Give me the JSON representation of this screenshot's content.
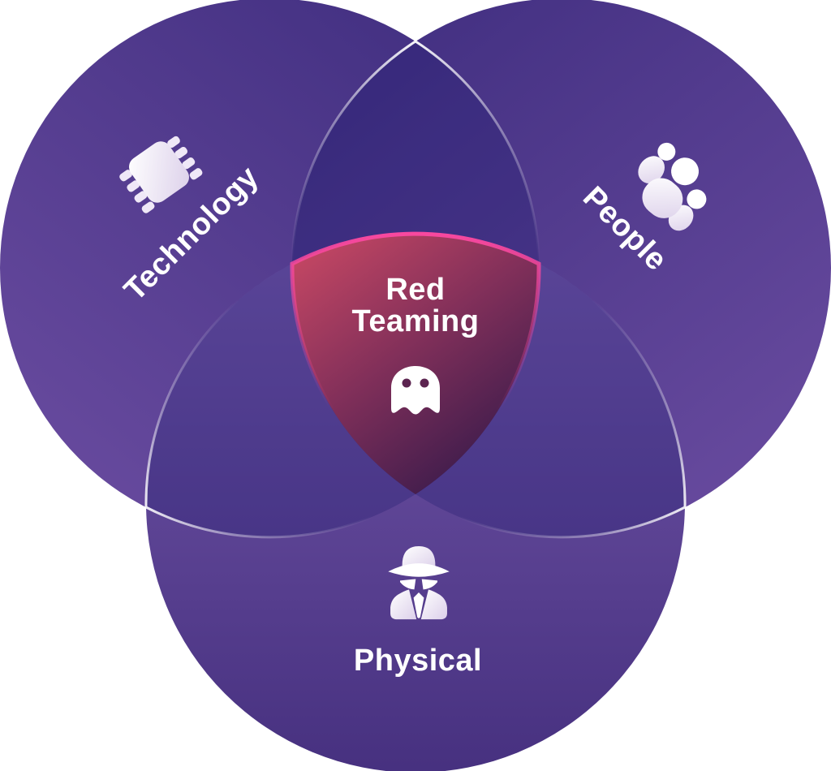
{
  "venn": {
    "center": {
      "line1": "Red",
      "line2": "Teaming",
      "icon": "ghost-icon",
      "fill_top": "#c24663",
      "fill_bottom": "#34194a",
      "rim_color": "#f8489f"
    },
    "circles": [
      {
        "label": "Technology",
        "icon": "chip-icon",
        "rotation_deg": -45,
        "color_light": "#6a4ca0",
        "color_dark": "#443183"
      },
      {
        "label": "People",
        "icon": "people-icon",
        "rotation_deg": 45,
        "color_light": "#6a4ca0",
        "color_dark": "#443183"
      },
      {
        "label": "Physical",
        "icon": "spy-icon",
        "rotation_deg": 0,
        "color_light": "#7458aa",
        "color_dark": "#46307f"
      }
    ],
    "colors": {
      "pairwise_overlap": "#1f1a6e",
      "overlap_rim": "#ffffff",
      "text": "#ffffff",
      "ghost_eyes": "#5c2450",
      "icon_tint": "#dcd0ea"
    }
  }
}
